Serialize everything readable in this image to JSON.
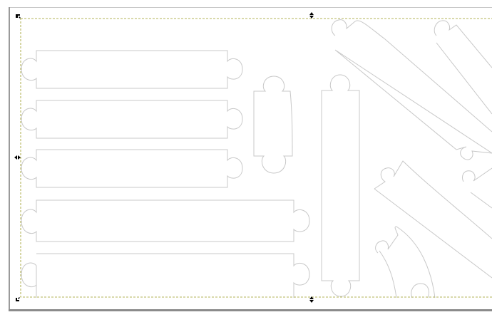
{
  "canvas": {
    "background": "#ffffff",
    "desk_color": "#e8e8e8",
    "piece_stroke": "#c8c8c8",
    "selection_color": "#9a9a20"
  },
  "selection": {
    "handles": [
      {
        "name": "handle-top-left",
        "type": "scale-corner"
      },
      {
        "name": "handle-top-center",
        "type": "scale-vertical"
      },
      {
        "name": "handle-middle-left",
        "type": "scale-horizontal"
      },
      {
        "name": "handle-bottom-left",
        "type": "scale-corner"
      },
      {
        "name": "handle-bottom-center",
        "type": "scale-vertical"
      }
    ]
  },
  "pieces": [
    {
      "name": "track-piece-1"
    },
    {
      "name": "track-piece-2"
    },
    {
      "name": "track-piece-3"
    },
    {
      "name": "track-piece-4"
    },
    {
      "name": "track-piece-5"
    },
    {
      "name": "short-piece"
    },
    {
      "name": "tall-piece"
    },
    {
      "name": "diagonal-piece-1"
    },
    {
      "name": "diagonal-piece-2"
    },
    {
      "name": "diagonal-piece-3"
    },
    {
      "name": "diagonal-piece-4"
    },
    {
      "name": "curve-piece"
    }
  ]
}
